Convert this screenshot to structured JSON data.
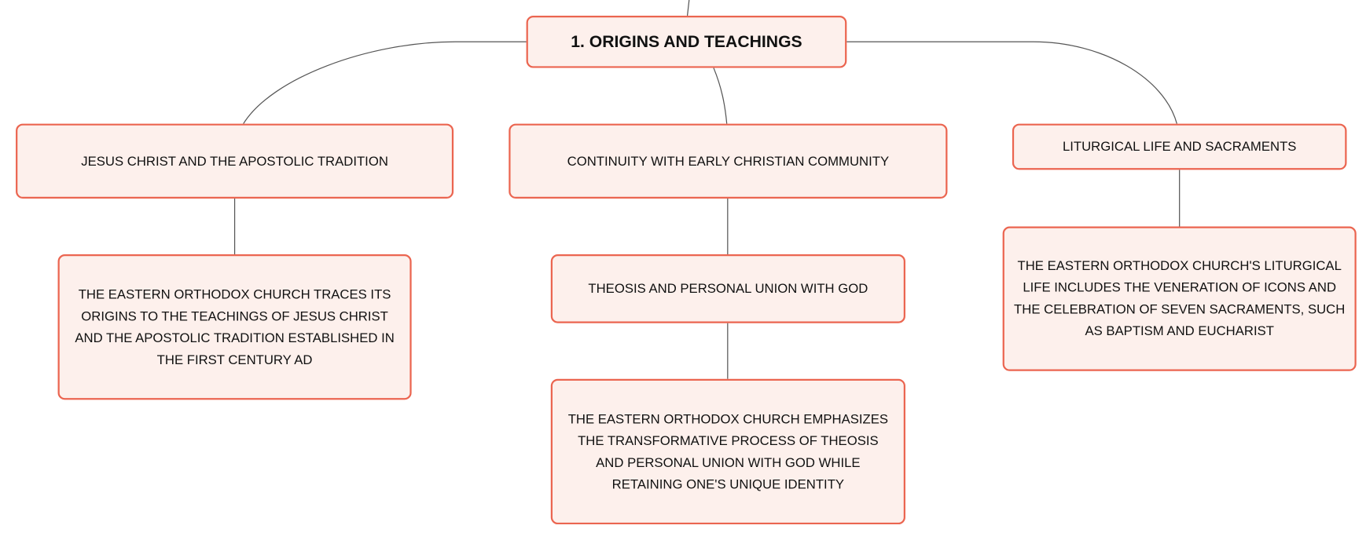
{
  "root": {
    "label": "1. ORIGINS AND TEACHINGS"
  },
  "branches": [
    {
      "label": "JESUS CHRIST AND THE APOSTOLIC TRADITION",
      "children": [
        "THE EASTERN ORTHODOX CHURCH TRACES ITS ORIGINS TO THE TEACHINGS OF JESUS CHRIST AND THE APOSTOLIC TRADITION ESTABLISHED IN THE FIRST CENTURY AD"
      ]
    },
    {
      "label": "CONTINUITY WITH EARLY CHRISTIAN COMMUNITY",
      "children": [
        "THEOSIS AND PERSONAL UNION WITH GOD",
        "THE EASTERN ORTHODOX CHURCH EMPHASIZES THE TRANSFORMATIVE PROCESS OF THEOSIS AND PERSONAL UNION WITH GOD WHILE RETAINING ONE'S UNIQUE IDENTITY"
      ]
    },
    {
      "label": "LITURGICAL LIFE AND SACRAMENTS",
      "children": [
        "THE EASTERN ORTHODOX CHURCH'S LITURGICAL LIFE INCLUDES THE VENERATION OF ICONS AND THE CELEBRATION OF SEVEN SACRAMENTS, SUCH AS BAPTISM AND EUCHARIST"
      ]
    }
  ],
  "colors": {
    "border": "#eb6550",
    "fill": "#fdf0ec",
    "link": "#555555"
  }
}
